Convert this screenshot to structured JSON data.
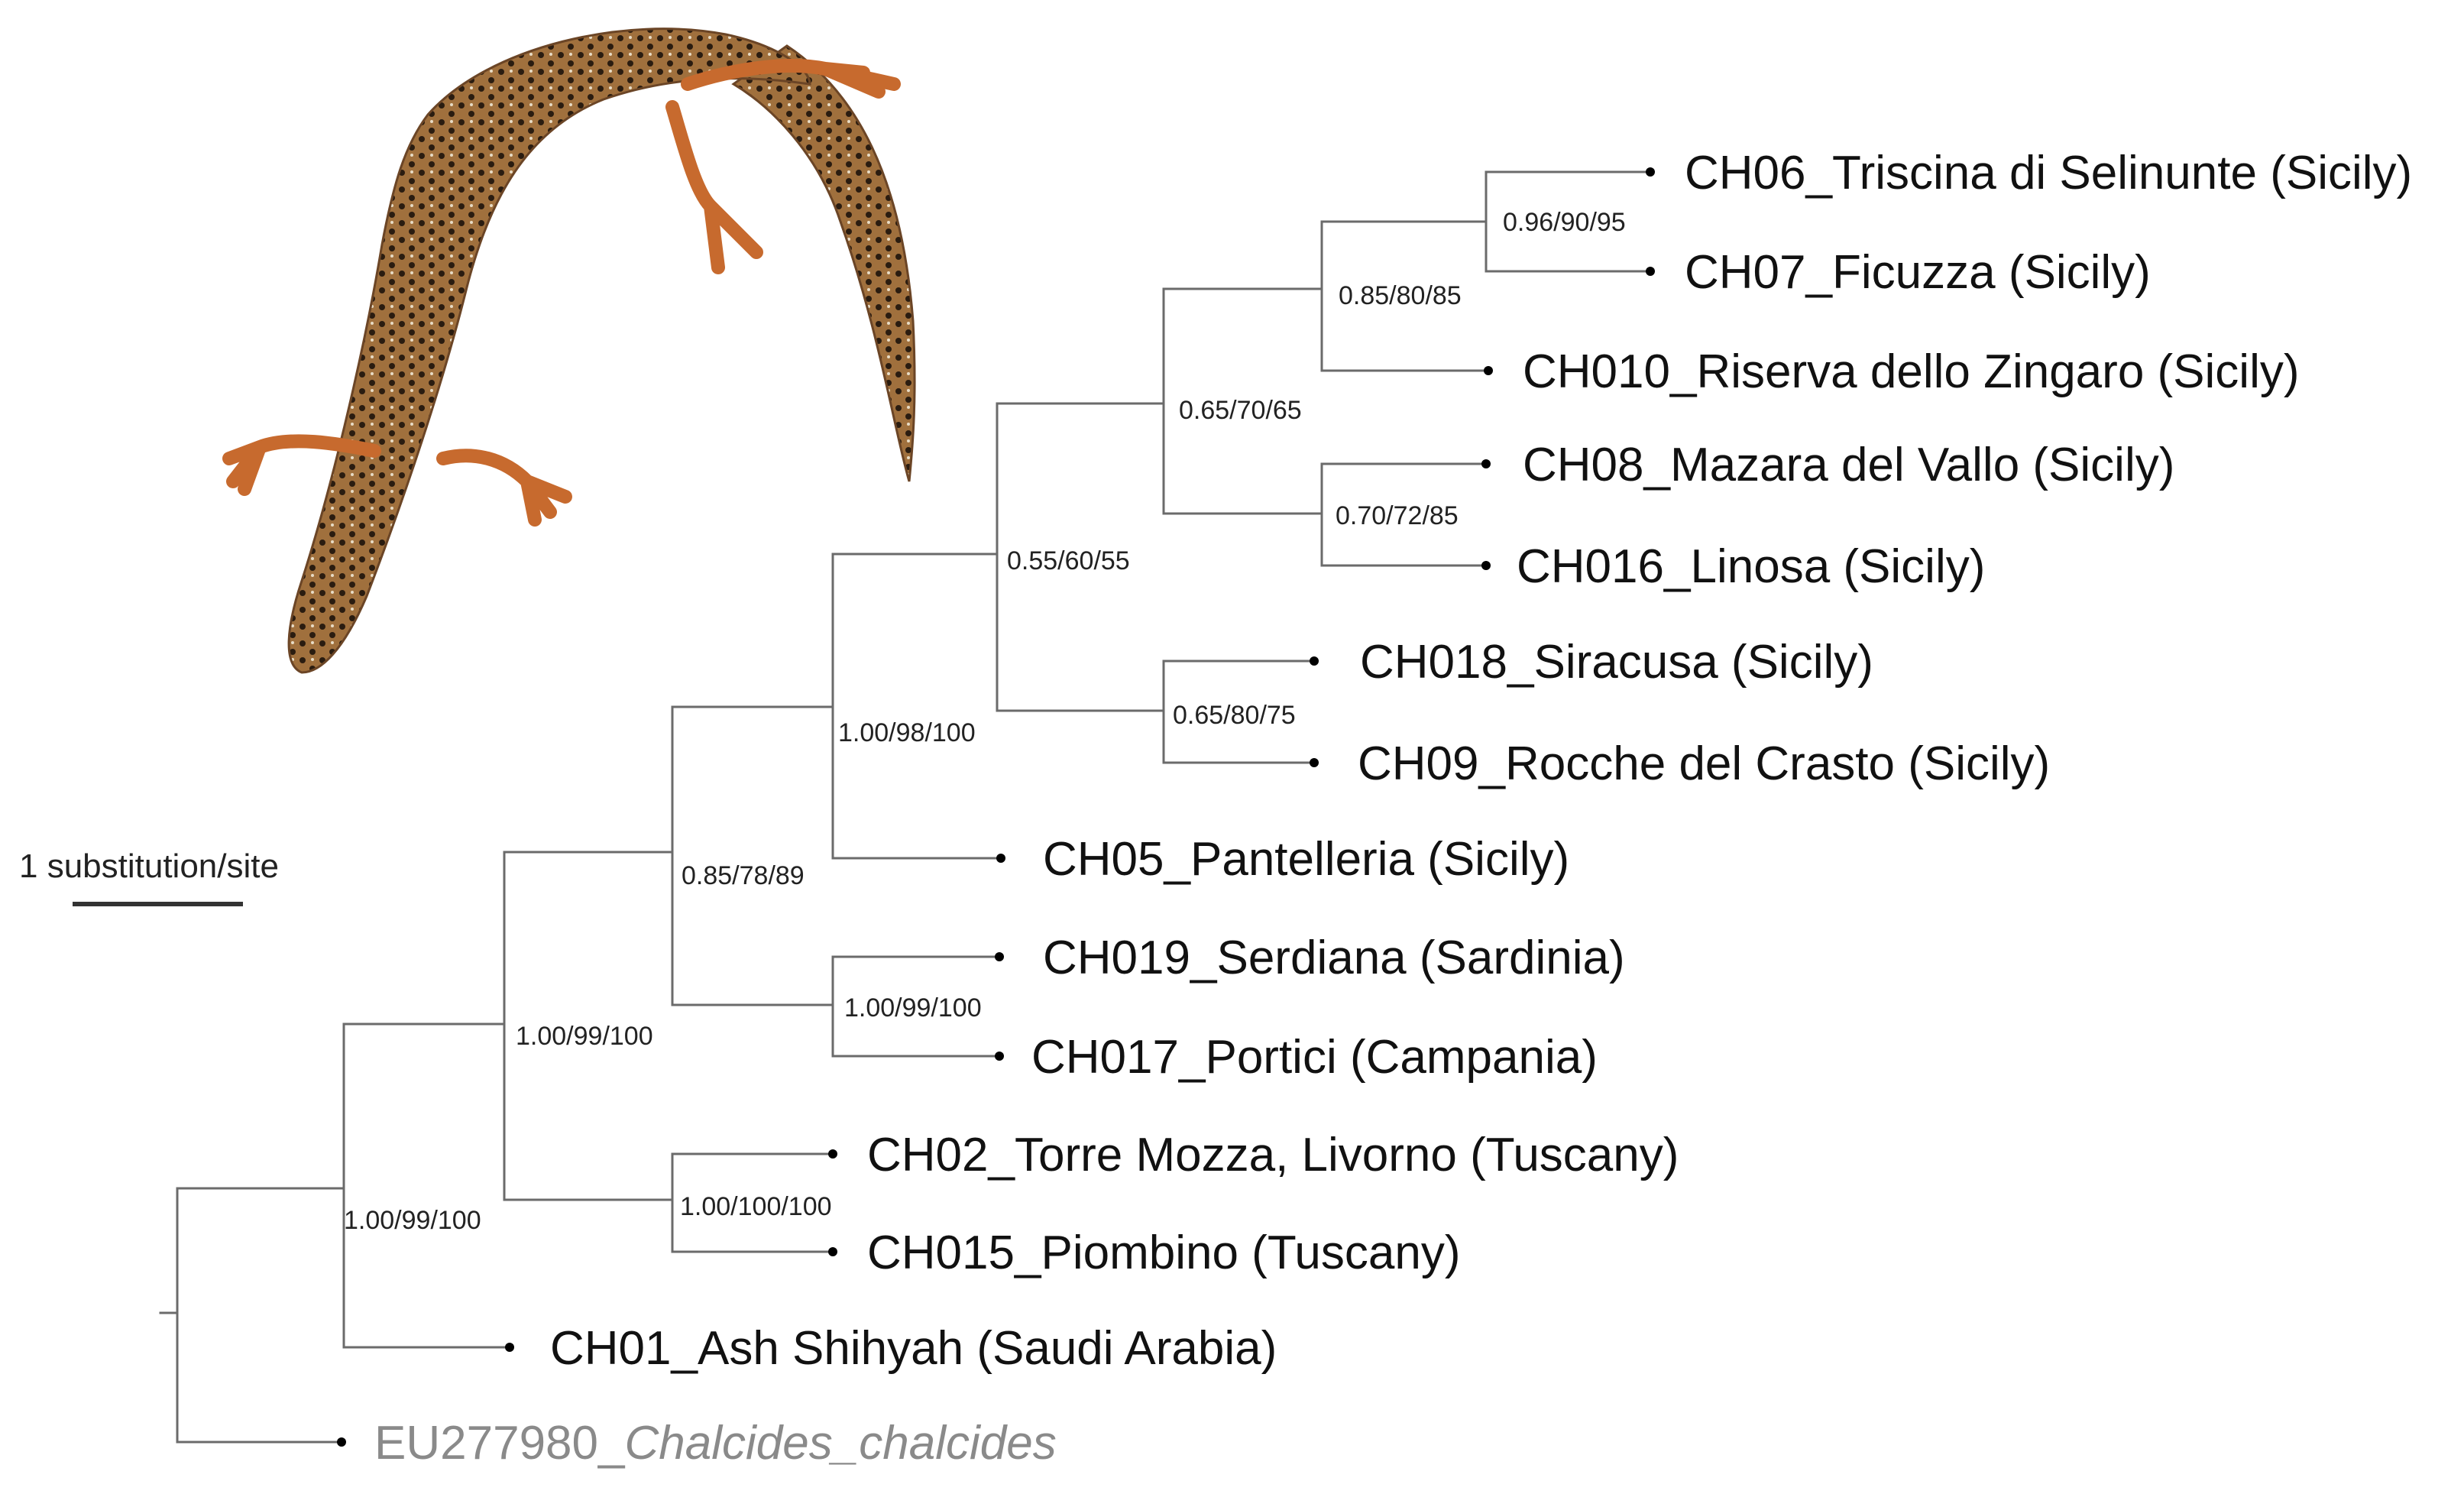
{
  "scale_bar": {
    "label": "1 substitution/site"
  },
  "tips": [
    {
      "id": "CH06",
      "label": "CH06_Triscina di Selinunte (Sicily)"
    },
    {
      "id": "CH07",
      "label": "CH07_Ficuzza (Sicily)"
    },
    {
      "id": "CH010",
      "label": "CH010_Riserva dello Zingaro (Sicily)"
    },
    {
      "id": "CH08",
      "label": "CH08_Mazara del Vallo (Sicily)"
    },
    {
      "id": "CH016",
      "label": "CH016_Linosa (Sicily)"
    },
    {
      "id": "CH018",
      "label": "CH018_Siracusa (Sicily)"
    },
    {
      "id": "CH09",
      "label": "CH09_Rocche del Crasto (Sicily)"
    },
    {
      "id": "CH05",
      "label": "CH05_Pantelleria (Sicily)"
    },
    {
      "id": "CH019",
      "label": "CH019_Serdiana (Sardinia)"
    },
    {
      "id": "CH017",
      "label": "CH017_Portici (Campania)"
    },
    {
      "id": "CH02",
      "label": "CH02_Torre Mozza, Livorno (Tuscany)"
    },
    {
      "id": "CH015",
      "label": "CH015_Piombino (Tuscany)"
    },
    {
      "id": "CH01",
      "label": "CH01_Ash Shihyah (Saudi Arabia)"
    },
    {
      "id": "EU277980",
      "label_prefix": "EU277980_",
      "label_species": "Chalcides_chalcides",
      "outgroup": true
    }
  ],
  "supports": {
    "n_ch06_ch07": "0.96/90/95",
    "n_ch06_ch010": "0.85/80/85",
    "n_ch06_ch016": "0.65/70/65",
    "n_ch08_ch016": "0.70/72/85",
    "n_sicily_main": "0.55/60/55",
    "n_ch018_ch09": "0.65/80/75",
    "n_sicily_all": "1.00/98/100",
    "n_italy": "0.85/78/89",
    "n_ch019_ch017": "1.00/99/100",
    "n_ingroup_eu": "1.00/99/100",
    "n_ch02_ch015": "1.00/100/100",
    "n_ingroup": "1.00/99/100"
  },
  "colors": {
    "branch": "#6b6b6b",
    "tip_text": "#111111",
    "outgroup_text": "#8a8a8a",
    "lizard_body": "#a0703d",
    "lizard_limbs": "#c76a2e"
  },
  "illustration": {
    "subject": "lizard-illustration"
  }
}
